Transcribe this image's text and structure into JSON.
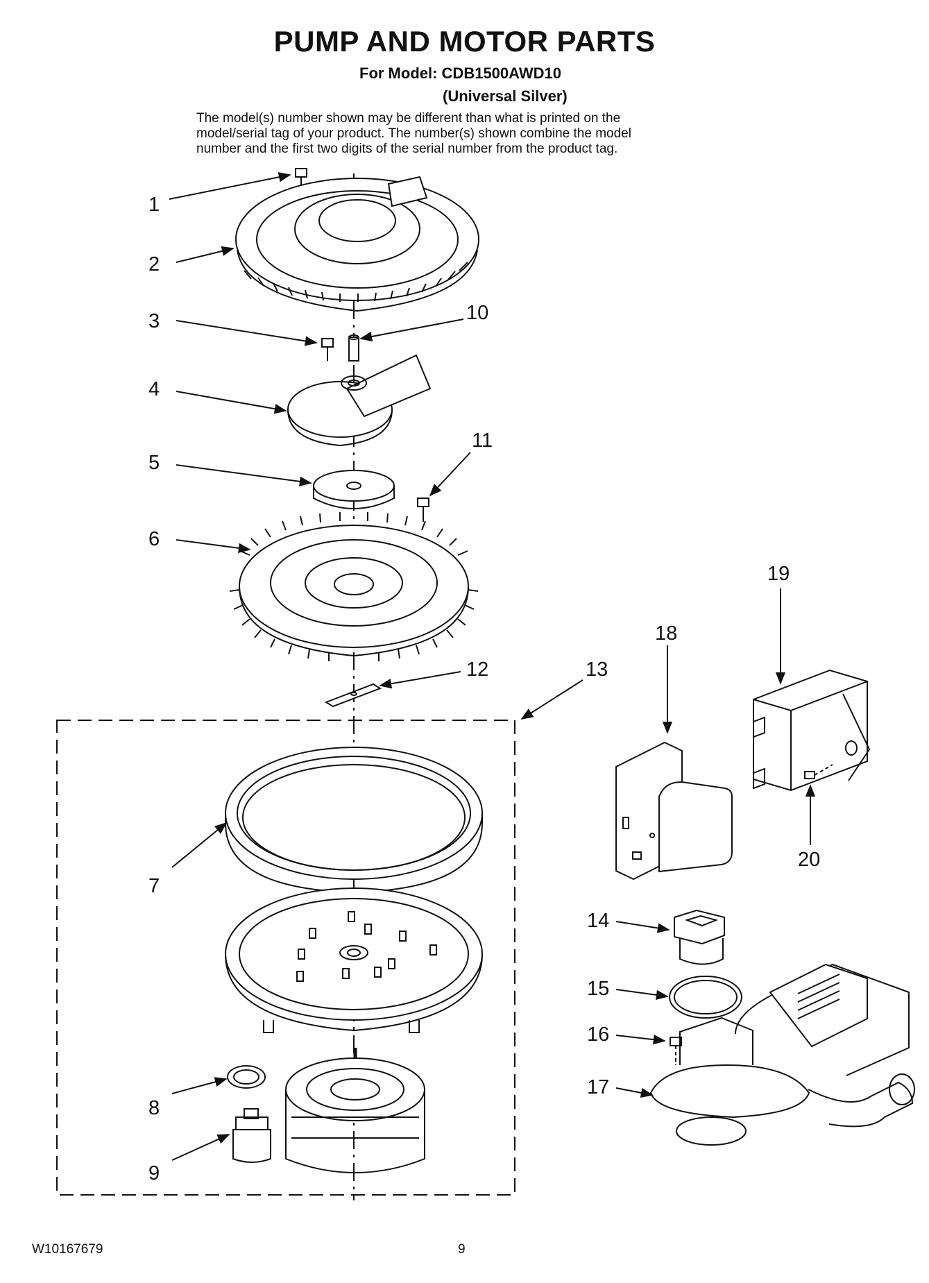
{
  "header": {
    "title": "PUMP AND MOTOR PARTS",
    "model_line": "For Model: CDB1500AWD10",
    "model_variant": "(Universal Silver)",
    "note_lines": [
      "The model(s) number shown may be different than what is printed on the",
      "model/serial tag of your product. The number(s) shown combine the model",
      "number and the first two digits of the serial number from the product tag."
    ]
  },
  "callouts": [
    "1",
    "2",
    "3",
    "4",
    "5",
    "6",
    "7",
    "8",
    "9",
    "10",
    "11",
    "12",
    "13",
    "14",
    "15",
    "16",
    "17",
    "18",
    "19",
    "20"
  ],
  "footer": {
    "doc_number": "W10167679",
    "page_number": "9"
  }
}
